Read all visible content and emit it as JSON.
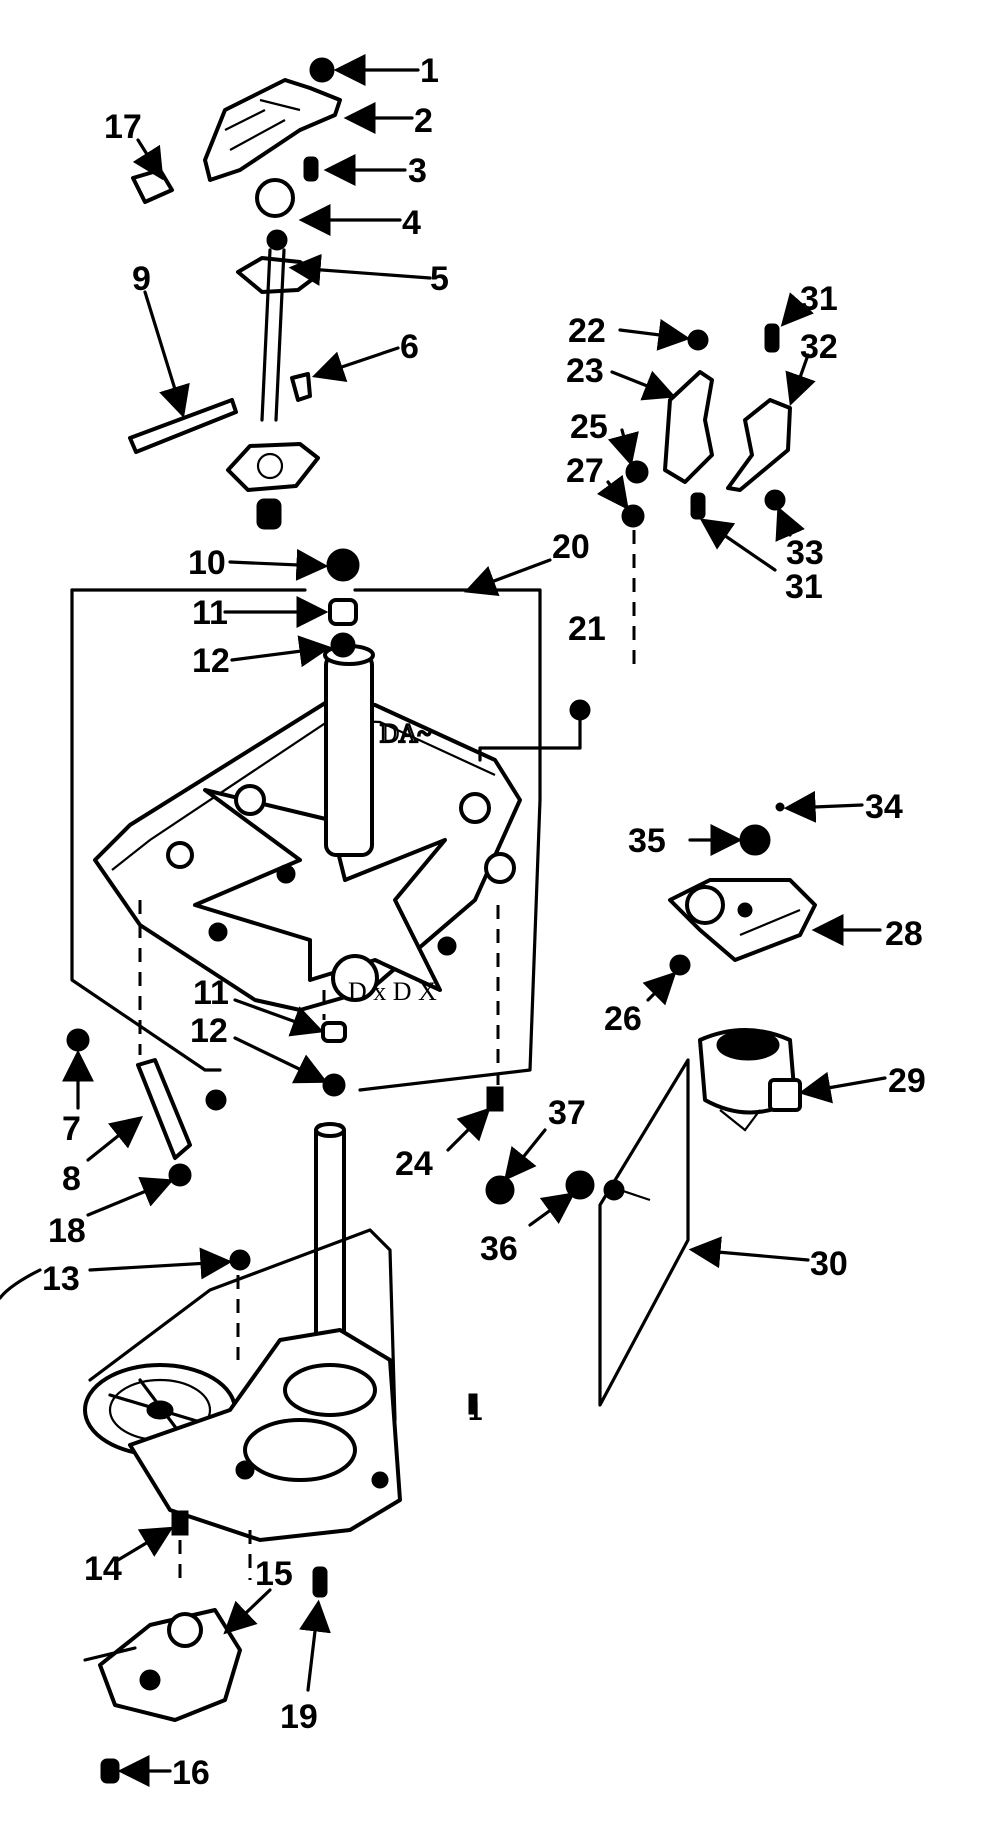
{
  "labels": {
    "l1": "1",
    "l2": "2",
    "l3": "3",
    "l4": "4",
    "l5": "5",
    "l6": "6",
    "l7": "7",
    "l8": "8",
    "l9": "9",
    "l10": "10",
    "l11a": "11",
    "l11b": "11",
    "l12a": "12",
    "l12b": "12",
    "l13": "13",
    "l14": "14",
    "l15": "15",
    "l16": "16",
    "l17": "17",
    "l18": "18",
    "l19": "19",
    "l20": "20",
    "l21": "21",
    "l22": "22",
    "l23": "23",
    "l24": "24",
    "l25": "25",
    "l26": "26",
    "l27": "27",
    "l28": "28",
    "l29": "29",
    "l30": "30",
    "l31a": "31",
    "l31b": "31",
    "l32": "32",
    "l33": "33",
    "l34": "34",
    "l35": "35",
    "l36": "36",
    "l37": "37",
    "l1b": "1"
  }
}
